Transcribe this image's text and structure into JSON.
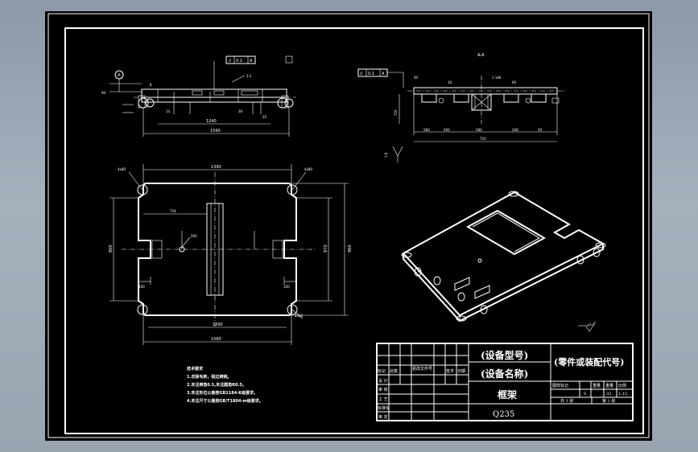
{
  "drawing": {
    "section_label": "A-A",
    "top_view": {
      "datum": "A",
      "tolerance": "0.1",
      "surface_finish": "3.2",
      "dims": [
        "1560",
        "1240",
        "90",
        "14",
        "30",
        "25",
        "8"
      ]
    },
    "section_view": {
      "tolerance": "0.1",
      "datum": "A",
      "dims": [
        "40",
        "1 146",
        "10",
        "60",
        "560",
        "560",
        "240",
        "580",
        "50",
        "720",
        "1.6"
      ]
    },
    "plan_view": {
      "dims": [
        "1390",
        "1560",
        "1390",
        "800",
        "970",
        "754",
        "960",
        "200",
        "100",
        "100",
        "4x80",
        "4x80",
        "4x20"
      ]
    },
    "roughness_note": "√(√)",
    "technical_requirements": {
      "title": "技术要求",
      "items": [
        "1.去除毛刺，锐边倒钝。",
        "2.未注倒角0.5,未注圆角R0.5。",
        "3.未注形位公差按GB1184-K级要求。",
        "4.未注尺寸公差按GB/T1804-m级要求。"
      ]
    }
  },
  "title_block": {
    "equipment_model": "(设备型号)",
    "equipment_name": "(设备名称)",
    "part_code": "(零件或装配代号)",
    "part_name": "框架",
    "material": "Q235",
    "revision_headers": [
      "标记",
      "处数",
      "更改文件号",
      "签字",
      "日期"
    ],
    "sign_rows": [
      "设 计",
      "审 核",
      "工 艺",
      "标准化",
      "审 定"
    ],
    "stage_headers": [
      "图样标记",
      "重量",
      "重量",
      "比例"
    ],
    "stage_values": [
      "S",
      "33",
      "1:15"
    ],
    "sheets_total": "共 1 张",
    "sheet_no": "第 1 张"
  }
}
